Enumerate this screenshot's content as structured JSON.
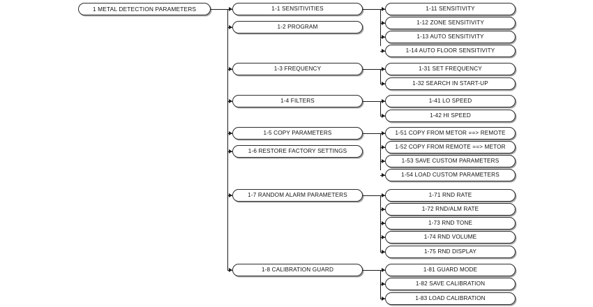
{
  "diagram": {
    "title": "Metal Detection Parameters Menu Tree",
    "type": "hierarchical-menu-tree",
    "colors": {
      "background": "#ffffff",
      "node_fill": "#ffffff",
      "node_border": "#2b2b2b",
      "edge": "#1a1a1a",
      "text": "#111111",
      "shadow": "#5a5a5a"
    },
    "root": {
      "label": "1 METAL DETECTION PARAMETERS"
    },
    "level2": [
      {
        "label": "1-1 SENSITIVITIES"
      },
      {
        "label": "1-2 PROGRAM"
      },
      {
        "label": "1-3 FREQUENCY"
      },
      {
        "label": "1-4 FILTERS"
      },
      {
        "label": "1-5 COPY PARAMETERS"
      },
      {
        "label": "1-6 RESTORE FACTORY SETTINGS"
      },
      {
        "label": "1-7 RANDOM ALARM PARAMETERS"
      },
      {
        "label": "1-8 CALIBRATION GUARD"
      }
    ],
    "level3": [
      {
        "label": "1-11 SENSITIVITY"
      },
      {
        "label": "1-12 ZONE SENSITIVITY"
      },
      {
        "label": "1-13 AUTO SENSITIVITY"
      },
      {
        "label": "1-14 AUTO FLOOR SENSITIVITY"
      },
      {
        "label": "1-31 SET FREQUENCY"
      },
      {
        "label": "1-32 SEARCH IN START-UP"
      },
      {
        "label": "1-41 LO SPEED"
      },
      {
        "label": "1-42 HI SPEED"
      },
      {
        "label": "1-51 COPY FROM METOR ==> REMOTE"
      },
      {
        "label": "1-52 COPY FROM REMOTE ==> METOR"
      },
      {
        "label": "1-53 SAVE CUSTOM PARAMETERS"
      },
      {
        "label": "1-54 LOAD CUSTOM PARAMETERS"
      },
      {
        "label": "1-71 RND RATE"
      },
      {
        "label": "1-72 RND/ALM RATE"
      },
      {
        "label": "1-73 RND TONE"
      },
      {
        "label": "1-74 RND VOLUME"
      },
      {
        "label": "1-75 RND DISPLAY"
      },
      {
        "label": "1-81 GUARD MODE"
      },
      {
        "label": "1-82 SAVE CALIBRATION"
      },
      {
        "label": "1-83 LOAD CALIBRATION"
      }
    ]
  }
}
